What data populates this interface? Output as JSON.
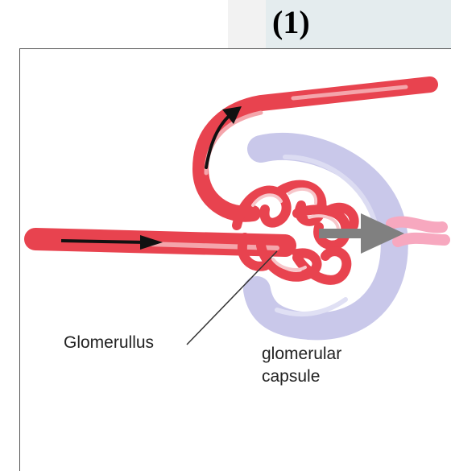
{
  "header": {
    "step_label": "(1)"
  },
  "diagram": {
    "labels": {
      "glomerulus": "Glomerullus",
      "capsule_line1": "glomerular",
      "capsule_line2": "capsule"
    },
    "colors": {
      "vessel": "#e8434f",
      "vessel_highlight": "#f7c6ca",
      "capsule": "#c9c8ea",
      "efferent_tip": "#f7a8bf",
      "flow_arrow": "#808080",
      "blood_arrow": "#111111",
      "header_band": "#e4ecee"
    }
  }
}
